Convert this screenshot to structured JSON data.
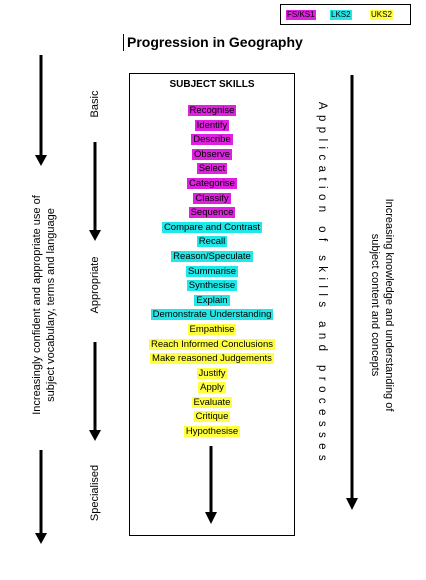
{
  "legend": [
    {
      "label": "FS/KS1",
      "color": "#e020e0"
    },
    {
      "label": "LKS2",
      "color": "#20e8e8"
    },
    {
      "label": "UKS2",
      "color": "#ffff40"
    }
  ],
  "title": "Progression in Geography",
  "skills_heading": "SUBJECT SKILLS",
  "skills": [
    {
      "label": "Recognise",
      "stage": 0
    },
    {
      "label": "Identify",
      "stage": 0
    },
    {
      "label": "Describe",
      "stage": 0
    },
    {
      "label": "Observe",
      "stage": 0
    },
    {
      "label": "Select",
      "stage": 0
    },
    {
      "label": "Categorise",
      "stage": 0
    },
    {
      "label": "Classify",
      "stage": 0
    },
    {
      "label": "Sequence",
      "stage": 0
    },
    {
      "label": "Compare and Contrast",
      "stage": 1
    },
    {
      "label": "Recall",
      "stage": 1
    },
    {
      "label": "Reason/Speculate",
      "stage": 1
    },
    {
      "label": "Summarise",
      "stage": 1
    },
    {
      "label": "Synthesise",
      "stage": 1
    },
    {
      "label": "Explain",
      "stage": 1
    },
    {
      "label": "Demonstrate Understanding",
      "stage": 1
    },
    {
      "label": "Empathise",
      "stage": 2
    },
    {
      "label": "Reach Informed Conclusions",
      "stage": 2
    },
    {
      "label": "Make reasoned Judgements",
      "stage": 2
    },
    {
      "label": "Justify",
      "stage": 2
    },
    {
      "label": "Apply",
      "stage": 2
    },
    {
      "label": "Evaluate",
      "stage": 2
    },
    {
      "label": "Critique",
      "stage": 2
    },
    {
      "label": "Hypothesise",
      "stage": 2
    }
  ],
  "levels": {
    "basic": "Basic",
    "appropriate": "Appropriate",
    "specialised": "Specialised"
  },
  "left_caption": {
    "line1": "Increasingly confident and appropriate use of",
    "line2": "subject vocabulary, terms and language"
  },
  "application_caption": "Application of skills and processes",
  "right_caption": {
    "line1": "Increasing knowledge and understanding of",
    "line2": "subject content and concepts"
  }
}
